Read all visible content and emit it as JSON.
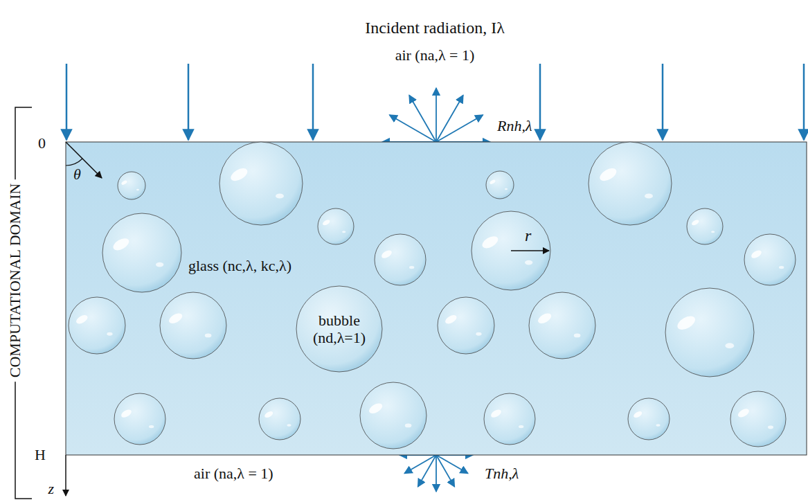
{
  "diagram": {
    "nodes": [
      {
        "text": [
          "glass (nc,λ, kc,λ)"
        ]
      },
      {
        "text": [
          "bubble (nd,λ=1)"
        ],
        "in": 0
      }
    ],
    "labels": [
      "Incident radiation, Iλ",
      "air (na,λ = 1)",
      "Rnh,λ",
      "COMPUTATIONAL DOMAIN",
      "0",
      "θ",
      "r",
      "H",
      "air (na,λ = 1)",
      "Tnh,λ",
      "z"
    ]
  }
}
